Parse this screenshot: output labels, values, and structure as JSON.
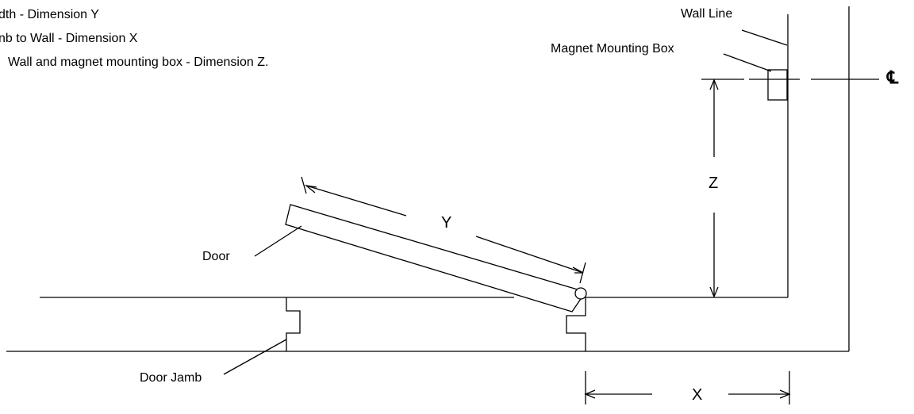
{
  "legend": {
    "line1": "dth - Dimension Y",
    "line2": "nb to Wall - Dimension X",
    "line3": "Wall and  magnet mounting box - Dimension Z."
  },
  "labels": {
    "wall_line": "Wall Line",
    "magnet_box": "Magnet Mounting Box",
    "door": "Door",
    "door_jamb": "Door Jamb",
    "centerline": "℄"
  },
  "dimensions": {
    "x": "X",
    "y": "Y",
    "z": "Z"
  }
}
